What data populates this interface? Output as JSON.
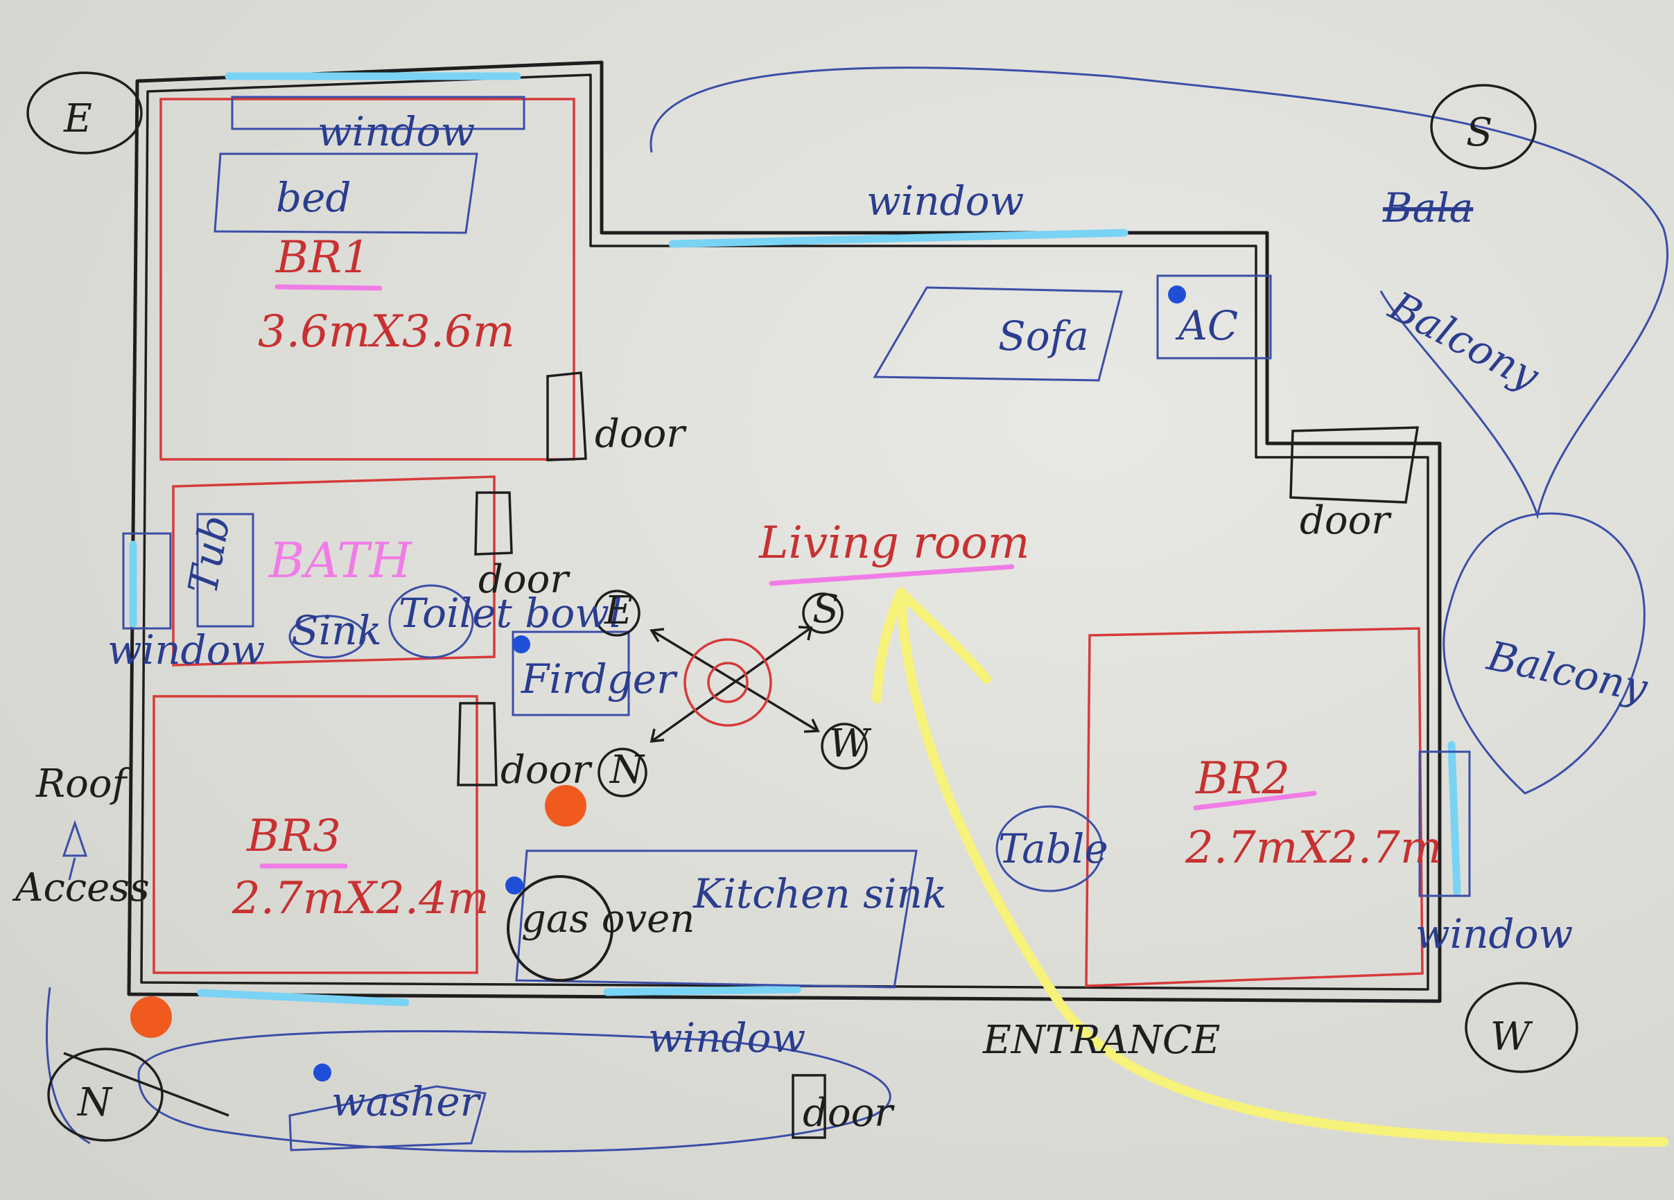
{
  "rooms": {
    "br1": {
      "name": "BR1",
      "size": "3.6mX3.6m",
      "furniture": "bed",
      "window": "window",
      "door": "door"
    },
    "bath": {
      "name": "BATH",
      "tub": "Tub",
      "sink": "Sink",
      "toilet": "Toilet bowl",
      "window": "window",
      "door": "door"
    },
    "br3": {
      "name": "BR3",
      "size": "2.7mX2.4m",
      "door": "door"
    },
    "br2": {
      "name": "BR2",
      "size": "2.7mX2.7m",
      "window": "window"
    },
    "living": {
      "name": "Living room",
      "sofa": "Sofa",
      "ac": "AC",
      "window": "window",
      "table": "Table"
    },
    "kitchen": {
      "name": "Kitchen sink",
      "fridge": "Firdger",
      "gas": "gas oven",
      "window": "window"
    }
  },
  "outside": {
    "balcony_top": "Balcony",
    "balcony_top_struck": "Bala",
    "balcony_side": "Balcony",
    "balcony_door": "door",
    "entrance": "ENTRANCE",
    "washer": "washer",
    "washer_door": "door",
    "roof_access_1": "Roof",
    "roof_access_2": "Access"
  },
  "compass": {
    "corner_e": "E",
    "corner_s": "S",
    "corner_w": "W",
    "corner_n": "N",
    "center_e": "E",
    "center_s": "S",
    "center_w": "W",
    "center_n": "N"
  },
  "colors": {
    "wall": "#1e1e1e",
    "room_outline": "#d63a3a",
    "furniture": "#3a4ea8",
    "window_mark": "#79d3f5",
    "highlight": "#f07ce6",
    "arrow": "#f6f27a",
    "dot_blue": "#1f4fd6",
    "dot_orange": "#f05a1e"
  }
}
